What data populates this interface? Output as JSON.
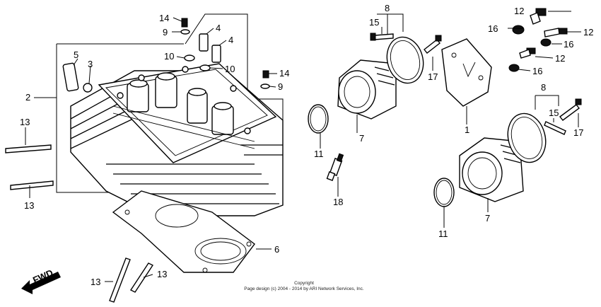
{
  "diagram": {
    "fwd_label": "FWD",
    "callouts": [
      {
        "id": "c14a",
        "text": "14"
      },
      {
        "id": "c9a",
        "text": "9"
      },
      {
        "id": "c4a",
        "text": "4"
      },
      {
        "id": "c4b",
        "text": "4"
      },
      {
        "id": "c5",
        "text": "5"
      },
      {
        "id": "c3",
        "text": "3"
      },
      {
        "id": "c10a",
        "text": "10"
      },
      {
        "id": "c10b",
        "text": "10"
      },
      {
        "id": "c14b",
        "text": "14"
      },
      {
        "id": "c9b",
        "text": "9"
      },
      {
        "id": "c2",
        "text": "2"
      },
      {
        "id": "c13a",
        "text": "13"
      },
      {
        "id": "c13b",
        "text": "13"
      },
      {
        "id": "c6",
        "text": "6"
      },
      {
        "id": "c13c",
        "text": "13"
      },
      {
        "id": "c13d",
        "text": "13"
      },
      {
        "id": "c8a",
        "text": "8"
      },
      {
        "id": "c15a",
        "text": "15"
      },
      {
        "id": "c17a",
        "text": "17"
      },
      {
        "id": "c7a",
        "text": "7"
      },
      {
        "id": "c11a",
        "text": "11"
      },
      {
        "id": "c18",
        "text": "18"
      },
      {
        "id": "c12a",
        "text": "12"
      },
      {
        "id": "c16a",
        "text": "16"
      },
      {
        "id": "c12b",
        "text": "12"
      },
      {
        "id": "c16b",
        "text": "16"
      },
      {
        "id": "c12c",
        "text": "12"
      },
      {
        "id": "c16c",
        "text": "16"
      },
      {
        "id": "c1",
        "text": "1"
      },
      {
        "id": "c8b",
        "text": "8"
      },
      {
        "id": "c15b",
        "text": "15"
      },
      {
        "id": "c17b",
        "text": "17"
      },
      {
        "id": "c7b",
        "text": "7"
      },
      {
        "id": "c11b",
        "text": "11"
      }
    ]
  },
  "copyright": {
    "line1": "Copyright",
    "line2": "Page design (c) 2004 - 2014 by ARI Network Services, Inc."
  }
}
